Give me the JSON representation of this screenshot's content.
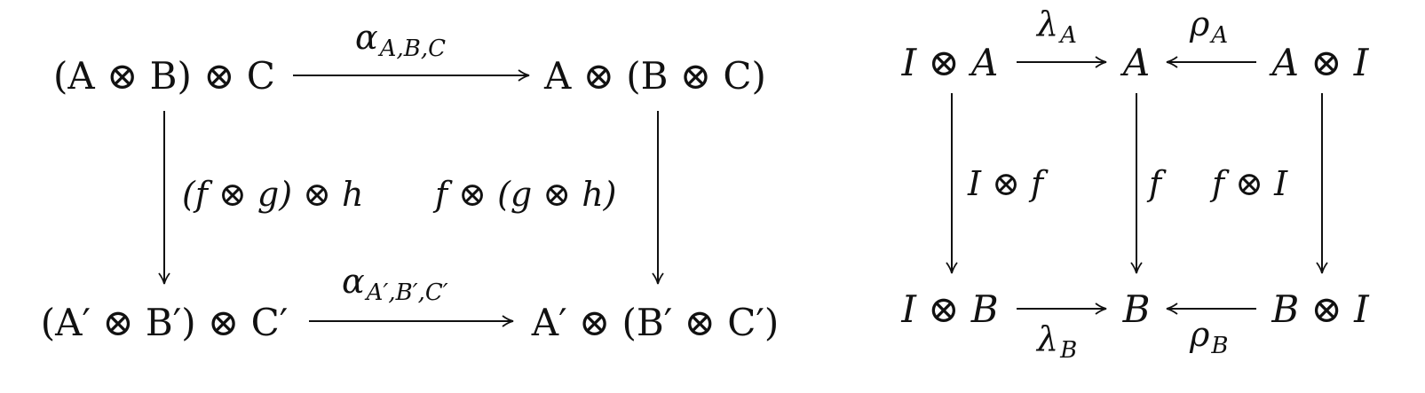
{
  "associator": {
    "nodes": {
      "top_left": "(A ⊗ B) ⊗ C",
      "top_right": "A ⊗ (B ⊗ C)",
      "bottom_left": "(A′ ⊗ B′) ⊗ C′",
      "bottom_right": "A′ ⊗ (B′ ⊗ C′)"
    },
    "labels": {
      "top_symbol": "α",
      "top_sub": "A,B,C",
      "bottom_symbol": "α",
      "bottom_sub": "A′,B′,C′",
      "left": "(f ⊗ g) ⊗ h",
      "right": "f ⊗ (g ⊗ h)"
    }
  },
  "unitors": {
    "nodes": {
      "top_left": "I ⊗ A",
      "top_mid": "A",
      "top_right": "A ⊗ I",
      "bottom_left": "I ⊗ B",
      "bottom_mid": "B",
      "bottom_right": "B ⊗ I"
    },
    "labels": {
      "lambda_symbol": "λ",
      "lambda_top_sub": "A",
      "lambda_bottom_sub": "B",
      "rho_symbol": "ρ",
      "rho_top_sub": "A",
      "rho_bottom_sub": "B",
      "left": "I ⊗ f",
      "mid": "f",
      "right": "f ⊗ I"
    }
  }
}
